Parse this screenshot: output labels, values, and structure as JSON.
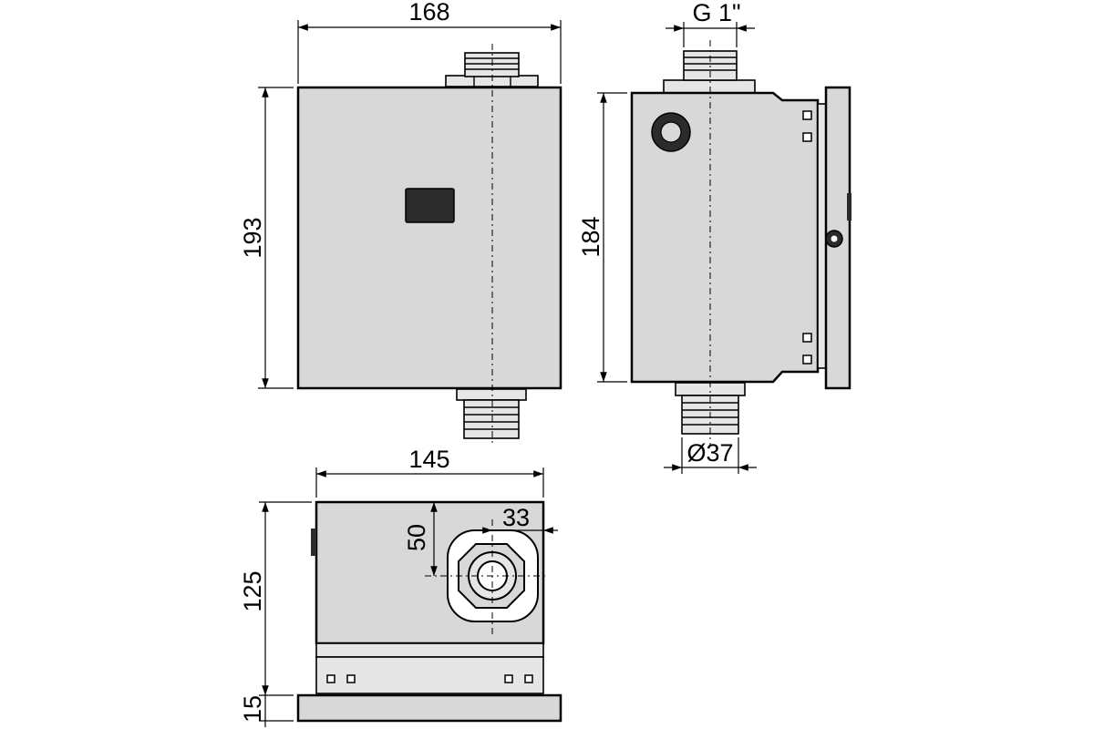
{
  "dimensions": {
    "front_width": "168",
    "front_height": "193",
    "side_height": "184",
    "thread": "G 1\"",
    "outlet_diameter": "Ø37",
    "top_width": "145",
    "top_depth": "125",
    "flange_thickness": "15",
    "pipe_offset_y": "50",
    "pipe_offset_x": "33"
  },
  "colors": {
    "body_fill": "#d8d8d8",
    "sensor_window": "#2b2b2b",
    "line": "#000000"
  }
}
